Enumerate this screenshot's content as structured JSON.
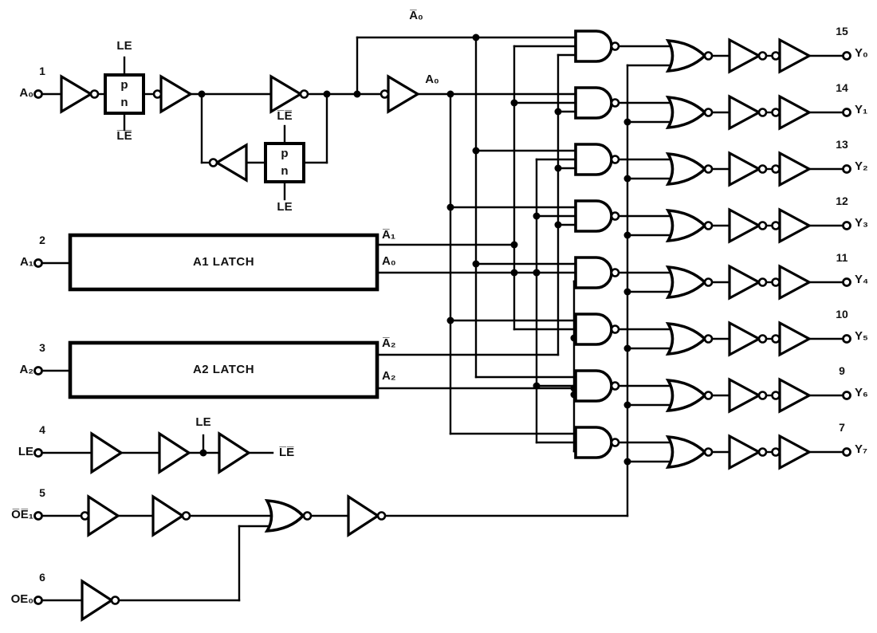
{
  "colors": {
    "line": "#000000",
    "background": "#ffffff"
  },
  "inputs": [
    {
      "pin": "1",
      "label": "A₀"
    },
    {
      "pin": "2",
      "label": "A₁"
    },
    {
      "pin": "3",
      "label": "A₂"
    },
    {
      "pin": "4",
      "label": "LE"
    },
    {
      "pin": "5",
      "label": "O̅E̅₁"
    },
    {
      "pin": "6",
      "label": "OE₀"
    }
  ],
  "outputs": [
    {
      "pin": "15",
      "label": "Y₀"
    },
    {
      "pin": "14",
      "label": "Y₁"
    },
    {
      "pin": "13",
      "label": "Y₂"
    },
    {
      "pin": "12",
      "label": "Y₃"
    },
    {
      "pin": "11",
      "label": "Y₄"
    },
    {
      "pin": "10",
      "label": "Y₅"
    },
    {
      "pin": "9",
      "label": "Y₆"
    },
    {
      "pin": "7",
      "label": "Y₇"
    }
  ],
  "latches": [
    {
      "label": "A1 LATCH",
      "out_top": "A̅₁",
      "out_bottom": "A₀"
    },
    {
      "label": "A2 LATCH",
      "out_top": "A̅₂",
      "out_bottom": "A₂"
    }
  ],
  "internal": {
    "le": "LE",
    "nle": "L̅E̅",
    "na0": "A̅₀",
    "a0": "A₀",
    "p": "p",
    "n": "n"
  }
}
